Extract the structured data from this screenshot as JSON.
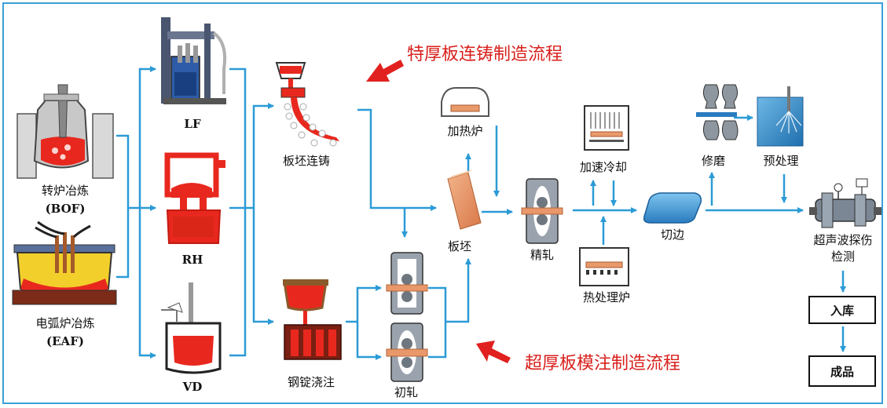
{
  "colors": {
    "arrow": "#2b9bd6",
    "red_arrow": "#e0211f",
    "title": "#d8201c",
    "molten": "#e8281e",
    "copper": "#e89a6a",
    "border": "#3aa0d8"
  },
  "titles": {
    "continuous": "特厚板连铸制造流程",
    "ingot": "超厚板模注制造流程"
  },
  "nodes": {
    "bof_line1": "转炉冶炼",
    "bof_line2": "(BOF)",
    "eaf_line1": "电弧炉冶炼",
    "eaf_line2": "(EAF)",
    "lf": "LF",
    "rh": "RH",
    "vd": "VD",
    "slab_casting": "板坯连铸",
    "ingot_casting": "钢锭浇注",
    "reheating_furnace": "加热炉",
    "slab": "板坯",
    "rough_rolling": "初轧",
    "finish_rolling": "精轧",
    "accelerated_cooling": "加速冷却",
    "heat_treatment_furnace": "热处理炉",
    "trimming": "切边",
    "grinding": "修磨",
    "pretreatment": "预处理",
    "ut_line1": "超声波探伤",
    "ut_line2": "检测",
    "warehousing": "入库",
    "finished_product": "成品"
  }
}
